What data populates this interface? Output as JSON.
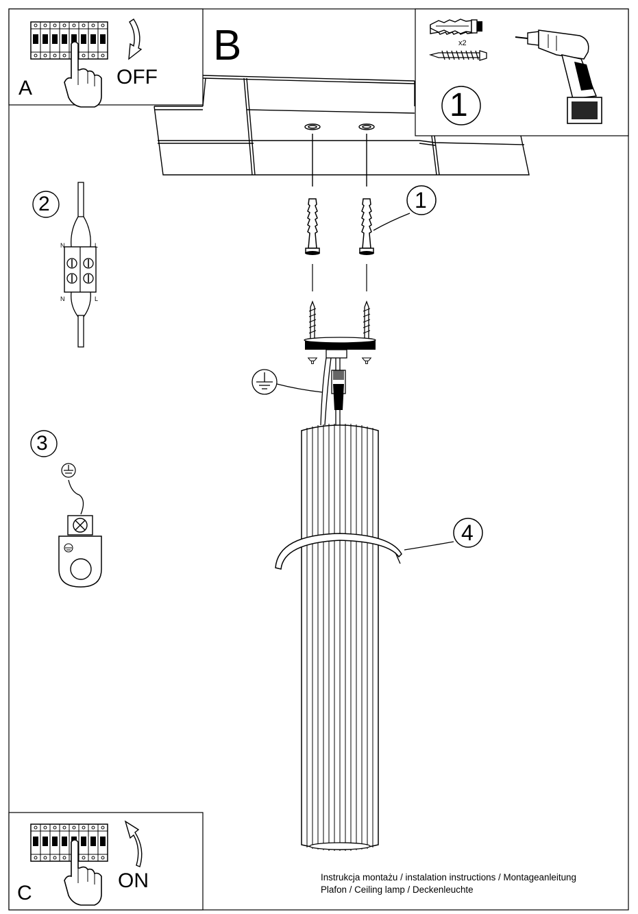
{
  "panel_a": {
    "letter": "A",
    "state": "OFF"
  },
  "panel_b": {
    "letter": "B"
  },
  "panel_c": {
    "letter": "C",
    "state": "ON"
  },
  "kit": {
    "step": "1",
    "quantity": "x2"
  },
  "steps": {
    "wiring": {
      "number": "2",
      "neutral": "N",
      "live": "L"
    },
    "earth": {
      "number": "3"
    },
    "anchors": {
      "number": "1"
    },
    "clip": {
      "number": "4"
    }
  },
  "footer": {
    "line1": "Instrukcja montażu / instalation instructions / Montageanleitung",
    "line2": "Plafon / Ceiling lamp / Deckenleuchte"
  },
  "icons": [
    "breaker-switch-icon",
    "hand-icon",
    "curved-arrow-icon",
    "wall-plug-icon",
    "screw-icon",
    "drill-icon",
    "terminal-block-icon",
    "earth-symbol-icon",
    "earth-terminal-icon",
    "ceiling-icon",
    "mounting-plate-icon",
    "lamp-body-icon",
    "retaining-clip-icon"
  ]
}
